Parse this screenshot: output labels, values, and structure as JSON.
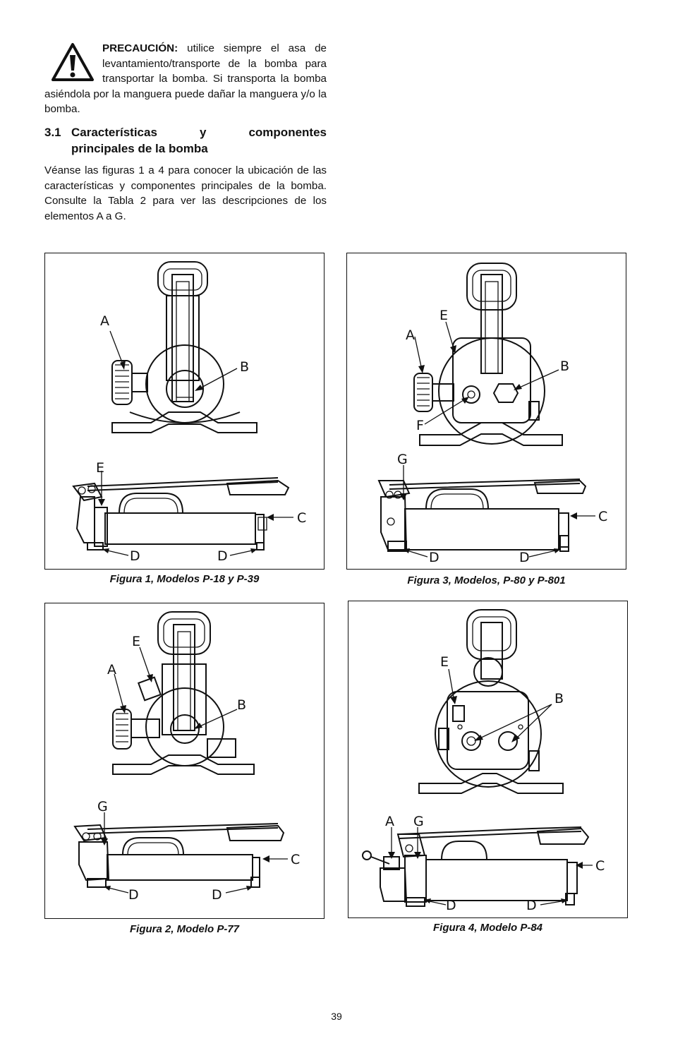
{
  "caution": {
    "label": "PRECAUCIÓN:",
    "text": " utilice siempre el asa de levantamiento/transporte de la bomba para transportar la bomba. Si transporta la bomba asiéndola por la manguera puede dañar la manguera y/o la bomba."
  },
  "section": {
    "number": "3.1",
    "title_line1": "Características y componentes",
    "title_line2": "principales de la bomba",
    "body": "Véanse las figuras 1 a 4 para conocer la ubicación de las características y componentes principales de la bomba. Consulte la Tabla 2 para ver las descripciones de los elementos A a G."
  },
  "figures": [
    {
      "caption": "Figura 1, Modelos P-18 y P-39",
      "labels": {
        "a": "A",
        "b": "B",
        "c": "C",
        "d1": "D",
        "d2": "D",
        "e": "E"
      }
    },
    {
      "caption": "Figura 3, Modelos, P-80 y P-801",
      "labels": {
        "a": "A",
        "b": "B",
        "c": "C",
        "d1": "D",
        "d2": "D",
        "e": "E",
        "f": "F",
        "g": "G"
      }
    },
    {
      "caption": "Figura 2, Modelo P-77",
      "labels": {
        "a": "A",
        "b": "B",
        "c": "C",
        "d1": "D",
        "d2": "D",
        "e": "E",
        "g": "G"
      }
    },
    {
      "caption": "Figura 4, Modelo P-84",
      "labels": {
        "a": "A",
        "b": "B",
        "c": "C",
        "d1": "D",
        "d2": "D",
        "e": "E",
        "g": "G"
      }
    }
  ],
  "page_number": "39"
}
